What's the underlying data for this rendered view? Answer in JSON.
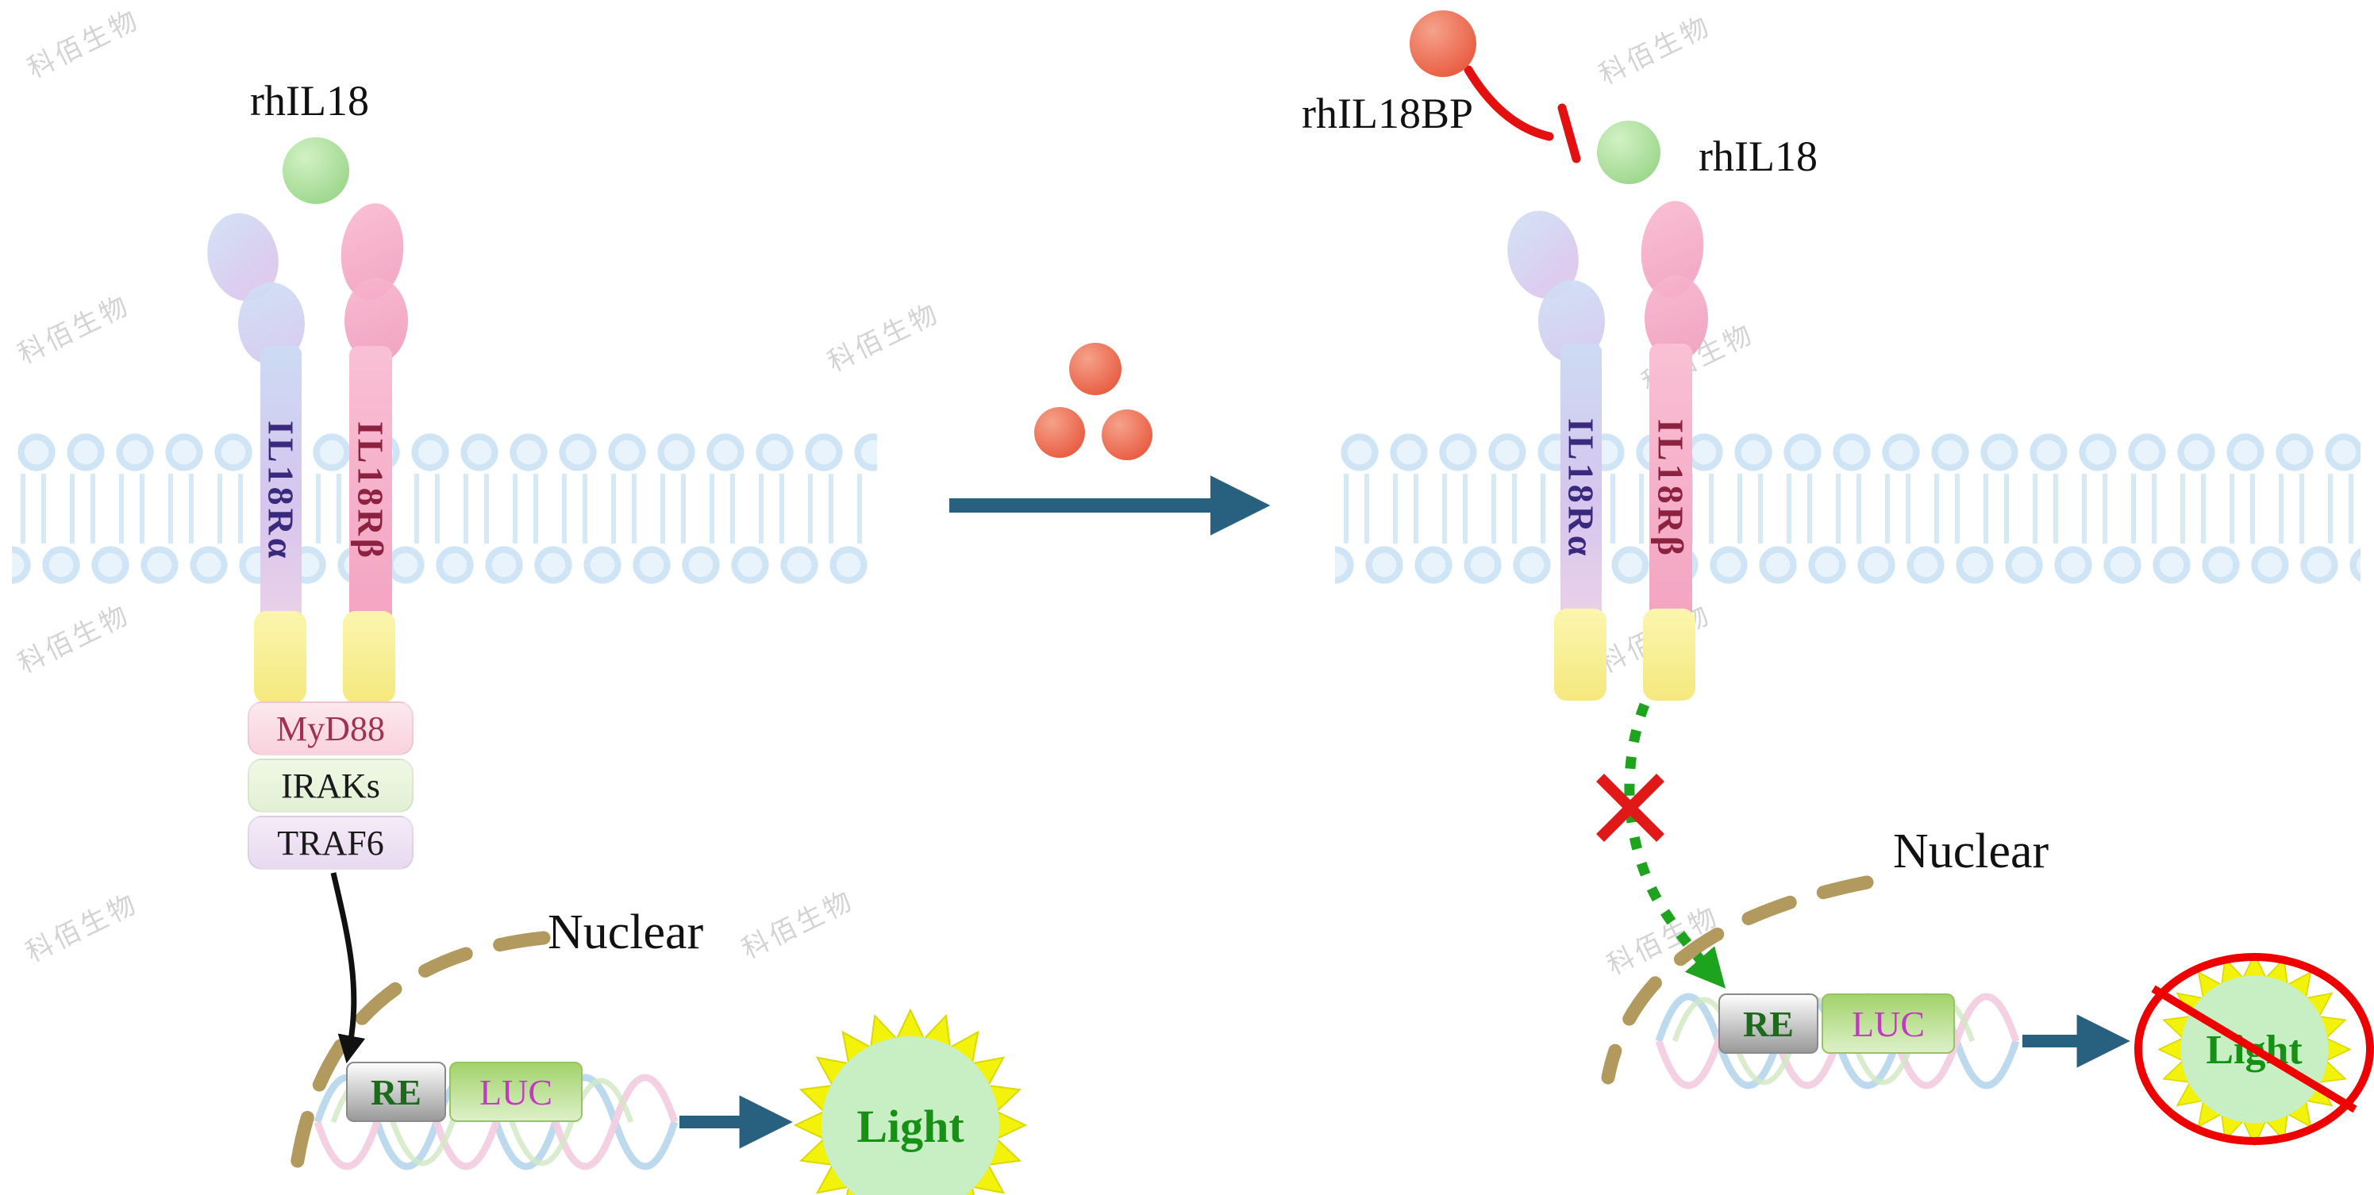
{
  "watermark": {
    "text": "科佰生物"
  },
  "left_panel": {
    "ligand_label": "rhIL18",
    "receptor_alpha_label": "IL18Rα",
    "receptor_beta_label": "IL18Rβ",
    "adapters": [
      "MyD88",
      "IRAKs",
      "TRAF6"
    ],
    "nucleus_label": "Nuclear",
    "re_label": "RE",
    "luc_label": "LUC",
    "light_label": "Light"
  },
  "right_panel": {
    "inhibitor_label": "rhIL18BP",
    "ligand_label": "rhIL18",
    "receptor_alpha_label": "IL18Rα",
    "receptor_beta_label": "IL18Rβ",
    "nucleus_label": "Nuclear",
    "re_label": "RE",
    "luc_label": "LUC",
    "light_label": "Light"
  },
  "colors": {
    "ligand_green": "#9fd88f",
    "inhibitor_red": "#e95f44",
    "membrane_blue": "#cfe5f6",
    "receptor_alpha_fill": "#d2c3ec",
    "receptor_beta_fill": "#f3a2c0",
    "transmembrane_yellow": "#f5e87e",
    "arrow_teal": "#28617f",
    "nuclear_envelope_tan": "#b29a5e",
    "light_text_green": "#169116",
    "inhibition_red": "#e41010",
    "dotted_arrow_green": "#1ea31e",
    "blocked_cross_red": "#e01818"
  }
}
